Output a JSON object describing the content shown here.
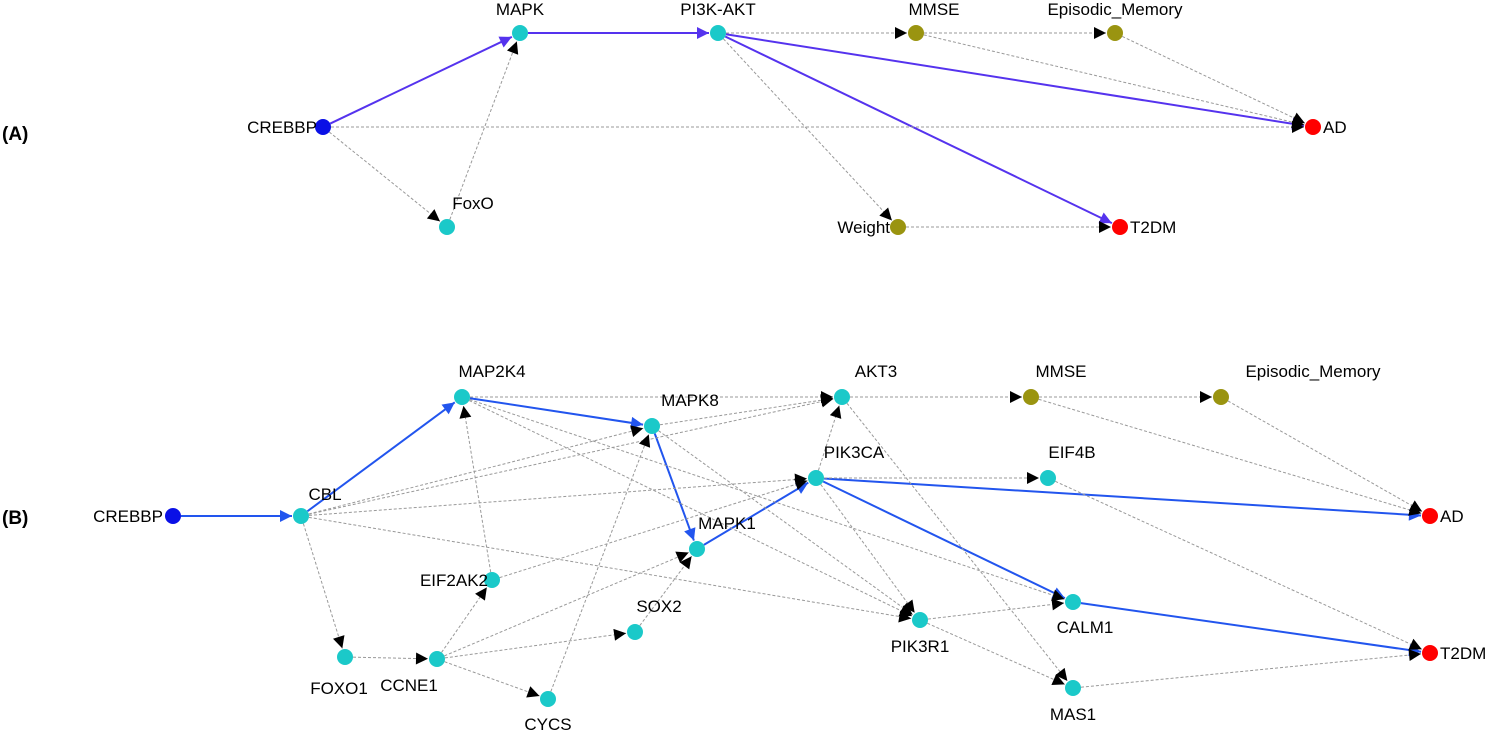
{
  "colors": {
    "cyan": "#1bc9c9",
    "olive": "#9a9410",
    "red": "#ff0000",
    "blue": "#0a10e6",
    "pathA": "#5533ee",
    "pathB": "#2255ee",
    "dashed": "#999999"
  },
  "panels": [
    {
      "id": "A",
      "label": "(A)",
      "nodes": [
        {
          "id": "CREBBP",
          "label": "CREBBP",
          "color": "blue"
        },
        {
          "id": "MAPK",
          "label": "MAPK",
          "color": "cyan"
        },
        {
          "id": "PI3K-AKT",
          "label": "PI3K-AKT",
          "color": "cyan"
        },
        {
          "id": "MMSE",
          "label": "MMSE",
          "color": "olive"
        },
        {
          "id": "Episodic_Memory",
          "label": "Episodic_Memory",
          "color": "olive"
        },
        {
          "id": "FoxO",
          "label": "FoxO",
          "color": "cyan"
        },
        {
          "id": "Weight",
          "label": "Weight",
          "color": "olive"
        },
        {
          "id": "AD",
          "label": "AD",
          "color": "red"
        },
        {
          "id": "T2DM",
          "label": "T2DM",
          "color": "red"
        }
      ],
      "edges": [
        {
          "from": "CREBBP",
          "to": "MAPK",
          "path": true
        },
        {
          "from": "MAPK",
          "to": "PI3K-AKT",
          "path": true
        },
        {
          "from": "PI3K-AKT",
          "to": "AD",
          "path": true
        },
        {
          "from": "PI3K-AKT",
          "to": "T2DM",
          "path": true
        },
        {
          "from": "CREBBP",
          "to": "FoxO",
          "path": false
        },
        {
          "from": "CREBBP",
          "to": "AD",
          "path": false
        },
        {
          "from": "FoxO",
          "to": "MAPK",
          "path": false
        },
        {
          "from": "PI3K-AKT",
          "to": "MMSE",
          "path": false
        },
        {
          "from": "PI3K-AKT",
          "to": "Weight",
          "path": false
        },
        {
          "from": "MMSE",
          "to": "Episodic_Memory",
          "path": false
        },
        {
          "from": "MMSE",
          "to": "AD",
          "path": false
        },
        {
          "from": "Episodic_Memory",
          "to": "AD",
          "path": false
        },
        {
          "from": "Weight",
          "to": "T2DM",
          "path": false
        }
      ]
    },
    {
      "id": "B",
      "label": "(B)",
      "nodes": [
        {
          "id": "CREBBP",
          "label": "CREBBP",
          "color": "blue"
        },
        {
          "id": "CBL",
          "label": "CBL",
          "color": "cyan"
        },
        {
          "id": "MAP2K4",
          "label": "MAP2K4",
          "color": "cyan"
        },
        {
          "id": "MAPK8",
          "label": "MAPK8",
          "color": "cyan"
        },
        {
          "id": "AKT3",
          "label": "AKT3",
          "color": "cyan"
        },
        {
          "id": "MMSE",
          "label": "MMSE",
          "color": "olive"
        },
        {
          "id": "Episodic_Memory",
          "label": "Episodic_Memory",
          "color": "olive"
        },
        {
          "id": "PIK3CA",
          "label": "PIK3CA",
          "color": "cyan"
        },
        {
          "id": "EIF4B",
          "label": "EIF4B",
          "color": "cyan"
        },
        {
          "id": "MAPK1",
          "label": "MAPK1",
          "color": "cyan"
        },
        {
          "id": "EIF2AK2",
          "label": "EIF2AK2",
          "color": "cyan"
        },
        {
          "id": "SOX2",
          "label": "SOX2",
          "color": "cyan"
        },
        {
          "id": "FOXO1",
          "label": "FOXO1",
          "color": "cyan"
        },
        {
          "id": "CCNE1",
          "label": "CCNE1",
          "color": "cyan"
        },
        {
          "id": "CYCS",
          "label": "CYCS",
          "color": "cyan"
        },
        {
          "id": "PIK3R1",
          "label": "PIK3R1",
          "color": "cyan"
        },
        {
          "id": "CALM1",
          "label": "CALM1",
          "color": "cyan"
        },
        {
          "id": "MAS1",
          "label": "MAS1",
          "color": "cyan"
        },
        {
          "id": "AD",
          "label": "AD",
          "color": "red"
        },
        {
          "id": "T2DM",
          "label": "T2DM",
          "color": "red"
        }
      ],
      "edges": [
        {
          "from": "CREBBP",
          "to": "CBL",
          "path": true
        },
        {
          "from": "CBL",
          "to": "MAP2K4",
          "path": true
        },
        {
          "from": "MAP2K4",
          "to": "MAPK8",
          "path": true
        },
        {
          "from": "MAPK8",
          "to": "MAPK1",
          "path": true
        },
        {
          "from": "MAPK1",
          "to": "PIK3CA",
          "path": true
        },
        {
          "from": "PIK3CA",
          "to": "AD",
          "path": true
        },
        {
          "from": "PIK3CA",
          "to": "CALM1",
          "path": true
        },
        {
          "from": "CALM1",
          "to": "T2DM",
          "path": true
        },
        {
          "from": "CBL",
          "to": "MAPK8",
          "path": false
        },
        {
          "from": "CBL",
          "to": "AKT3",
          "path": false
        },
        {
          "from": "CBL",
          "to": "PIK3CA",
          "path": false
        },
        {
          "from": "CBL",
          "to": "PIK3R1",
          "path": false
        },
        {
          "from": "CBL",
          "to": "FOXO1",
          "path": false
        },
        {
          "from": "MAP2K4",
          "to": "AKT3",
          "path": false
        },
        {
          "from": "MAP2K4",
          "to": "PIK3R1",
          "path": false
        },
        {
          "from": "MAP2K4",
          "to": "CALM1",
          "path": false
        },
        {
          "from": "MAPK8",
          "to": "AKT3",
          "path": false
        },
        {
          "from": "MAPK8",
          "to": "PIK3R1",
          "path": false
        },
        {
          "from": "PIK3CA",
          "to": "AKT3",
          "path": false
        },
        {
          "from": "PIK3CA",
          "to": "EIF4B",
          "path": false
        },
        {
          "from": "PIK3CA",
          "to": "PIK3R1",
          "path": false
        },
        {
          "from": "AKT3",
          "to": "MMSE",
          "path": false
        },
        {
          "from": "AKT3",
          "to": "MAS1",
          "path": false
        },
        {
          "from": "MMSE",
          "to": "Episodic_Memory",
          "path": false
        },
        {
          "from": "MMSE",
          "to": "AD",
          "path": false
        },
        {
          "from": "Episodic_Memory",
          "to": "AD",
          "path": false
        },
        {
          "from": "EIF4B",
          "to": "T2DM",
          "path": false
        },
        {
          "from": "EIF2AK2",
          "to": "MAP2K4",
          "path": false
        },
        {
          "from": "EIF2AK2",
          "to": "PIK3CA",
          "path": false
        },
        {
          "from": "FOXO1",
          "to": "CCNE1",
          "path": false
        },
        {
          "from": "CCNE1",
          "to": "EIF2AK2",
          "path": false
        },
        {
          "from": "CCNE1",
          "to": "SOX2",
          "path": false
        },
        {
          "from": "CCNE1",
          "to": "CYCS",
          "path": false
        },
        {
          "from": "CCNE1",
          "to": "MAPK1",
          "path": false
        },
        {
          "from": "SOX2",
          "to": "MAPK1",
          "path": false
        },
        {
          "from": "CYCS",
          "to": "MAPK8",
          "path": false
        },
        {
          "from": "PIK3R1",
          "to": "CALM1",
          "path": false
        },
        {
          "from": "PIK3R1",
          "to": "MAS1",
          "path": false
        },
        {
          "from": "MAS1",
          "to": "T2DM",
          "path": false
        }
      ]
    }
  ]
}
